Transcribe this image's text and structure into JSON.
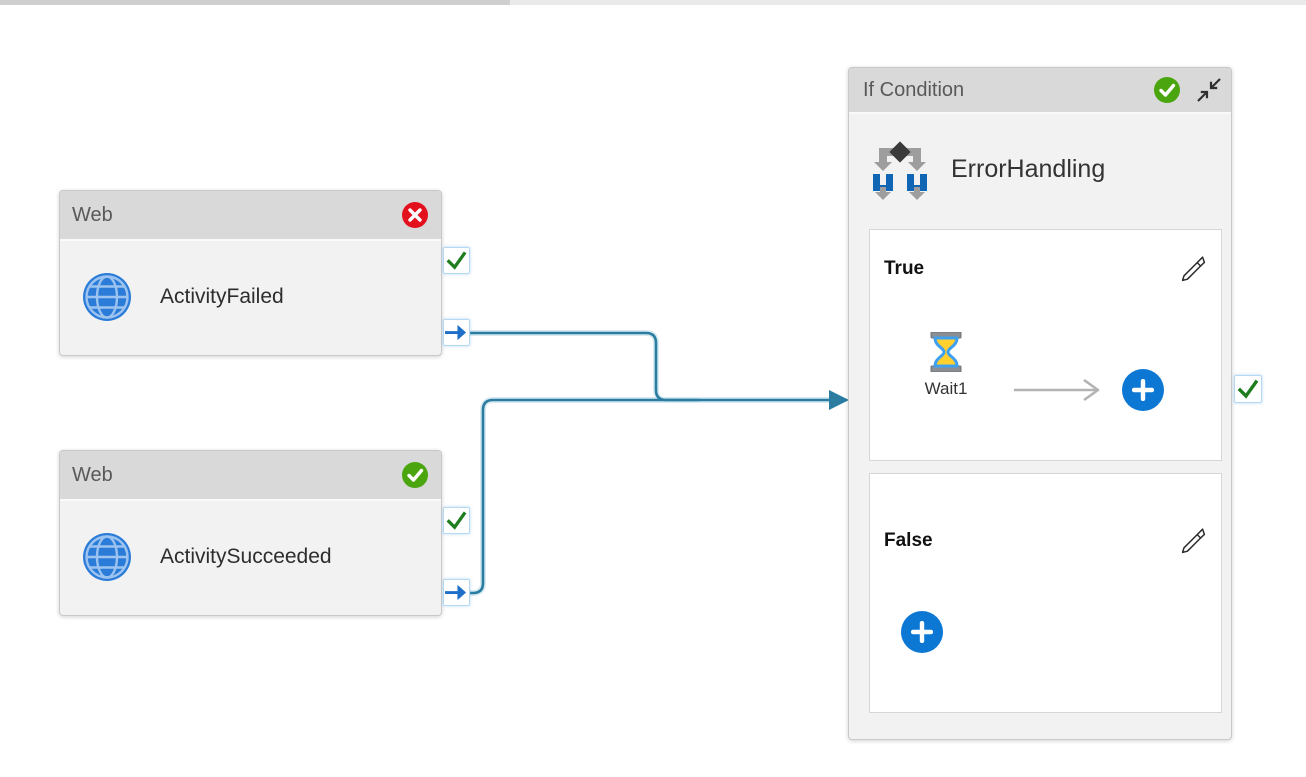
{
  "canvas": {
    "kind": "pipeline-designer-canvas"
  },
  "activities": {
    "web_failed": {
      "type_label": "Web",
      "name": "ActivityFailed",
      "status": "Failed",
      "status_icon": "error-badge"
    },
    "web_succeeded": {
      "type_label": "Web",
      "name": "ActivitySucceeded",
      "status": "Succeeded",
      "status_icon": "success-badge"
    },
    "if_condition": {
      "type_label": "If Condition",
      "name": "ErrorHandling",
      "status": "Succeeded",
      "status_icon": "success-badge",
      "branches": {
        "true_label": "True",
        "false_label": "False"
      },
      "true_activities": [
        {
          "name": "Wait1",
          "type": "Wait",
          "icon": "hourglass-icon"
        }
      ],
      "false_activities": []
    }
  },
  "icons": {
    "globe": "web-activity-globe-icon",
    "if": "if-condition-branch-icon",
    "pencil": "edit-pencil-icon",
    "plus": "add-activity-plus-icon",
    "collapse": "collapse-diagonal-arrows-icon",
    "port_check": "success-output-port-icon",
    "port_arrow": "output-connector-arrow-icon"
  },
  "colors": {
    "status_success_green": "#4ba50e",
    "status_error_red": "#e3111e",
    "port_check_green": "#1e7e1e",
    "port_arrow_blue": "#1d6fc8",
    "connector_teal": "#2a7da0",
    "plus_button_blue": "#0d78d4",
    "header_gray": "#d9d9d9",
    "box_body_gray": "#f2f2f2",
    "globe_blue": "#2b7cd9",
    "if_icon_blue": "#1066b4",
    "hourglass_sand_yellow": "#ffd02e",
    "hourglass_glass_blue": "#3fa0f0"
  }
}
